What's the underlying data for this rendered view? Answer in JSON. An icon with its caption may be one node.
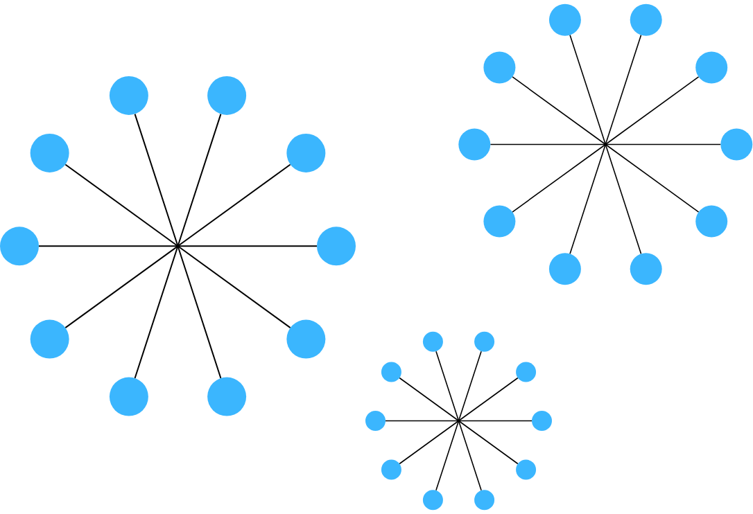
{
  "diagram": {
    "nodes": [
      {
        "text": [],
        "shape": "circle"
      },
      {
        "text": [],
        "shape": "circle"
      },
      {
        "text": [],
        "shape": "circle"
      },
      {
        "text": [],
        "shape": "circle"
      },
      {
        "text": [],
        "shape": "circle"
      },
      {
        "text": [],
        "shape": "circle"
      },
      {
        "text": [],
        "shape": "circle"
      },
      {
        "text": [],
        "shape": "circle"
      },
      {
        "text": [],
        "shape": "circle"
      },
      {
        "text": [],
        "shape": "circle"
      },
      {
        "text": [],
        "shape": "circle"
      },
      {
        "text": [],
        "shape": "circle"
      },
      {
        "text": [],
        "shape": "circle"
      },
      {
        "text": [],
        "shape": "circle"
      },
      {
        "text": [],
        "shape": "circle"
      },
      {
        "text": [],
        "shape": "circle"
      },
      {
        "text": [],
        "shape": "circle"
      },
      {
        "text": [],
        "shape": "circle"
      },
      {
        "text": [],
        "shape": "circle"
      },
      {
        "text": [],
        "shape": "circle"
      },
      {
        "text": [],
        "shape": "circle"
      },
      {
        "text": [],
        "shape": "circle"
      },
      {
        "text": [],
        "shape": "circle"
      },
      {
        "text": [],
        "shape": "circle"
      },
      {
        "text": [],
        "shape": "circle"
      },
      {
        "text": [],
        "shape": "circle"
      },
      {
        "text": [],
        "shape": "circle"
      },
      {
        "text": [],
        "shape": "circle"
      },
      {
        "text": [],
        "shape": "circle"
      },
      {
        "text": [],
        "shape": "circle"
      }
    ],
    "edges": [
      {
        "from": 0,
        "to": null,
        "arrow": "none"
      },
      {
        "from": 1,
        "to": null,
        "arrow": "none"
      },
      {
        "from": 2,
        "to": null,
        "arrow": "none"
      },
      {
        "from": 3,
        "to": null,
        "arrow": "none"
      },
      {
        "from": 4,
        "to": null,
        "arrow": "none"
      },
      {
        "from": 5,
        "to": null,
        "arrow": "none"
      },
      {
        "from": 6,
        "to": null,
        "arrow": "none"
      },
      {
        "from": 7,
        "to": null,
        "arrow": "none"
      },
      {
        "from": 8,
        "to": null,
        "arrow": "none"
      },
      {
        "from": 9,
        "to": null,
        "arrow": "none"
      },
      {
        "from": 10,
        "to": null,
        "arrow": "none"
      },
      {
        "from": 11,
        "to": null,
        "arrow": "none"
      },
      {
        "from": 12,
        "to": null,
        "arrow": "none"
      },
      {
        "from": 13,
        "to": null,
        "arrow": "none"
      },
      {
        "from": 14,
        "to": null,
        "arrow": "none"
      },
      {
        "from": 15,
        "to": null,
        "arrow": "none"
      },
      {
        "from": 16,
        "to": null,
        "arrow": "none"
      },
      {
        "from": 17,
        "to": null,
        "arrow": "none"
      },
      {
        "from": 18,
        "to": null,
        "arrow": "none"
      },
      {
        "from": 19,
        "to": null,
        "arrow": "none"
      },
      {
        "from": 20,
        "to": null,
        "arrow": "none"
      },
      {
        "from": 21,
        "to": null,
        "arrow": "none"
      },
      {
        "from": 22,
        "to": null,
        "arrow": "none"
      },
      {
        "from": 23,
        "to": null,
        "arrow": "none"
      },
      {
        "from": 24,
        "to": null,
        "arrow": "none"
      },
      {
        "from": 25,
        "to": null,
        "arrow": "none"
      },
      {
        "from": 26,
        "to": null,
        "arrow": "none"
      },
      {
        "from": 27,
        "to": null,
        "arrow": "none"
      },
      {
        "from": 28,
        "to": null,
        "arrow": "none"
      },
      {
        "from": 29,
        "to": null,
        "arrow": "none"
      }
    ]
  }
}
